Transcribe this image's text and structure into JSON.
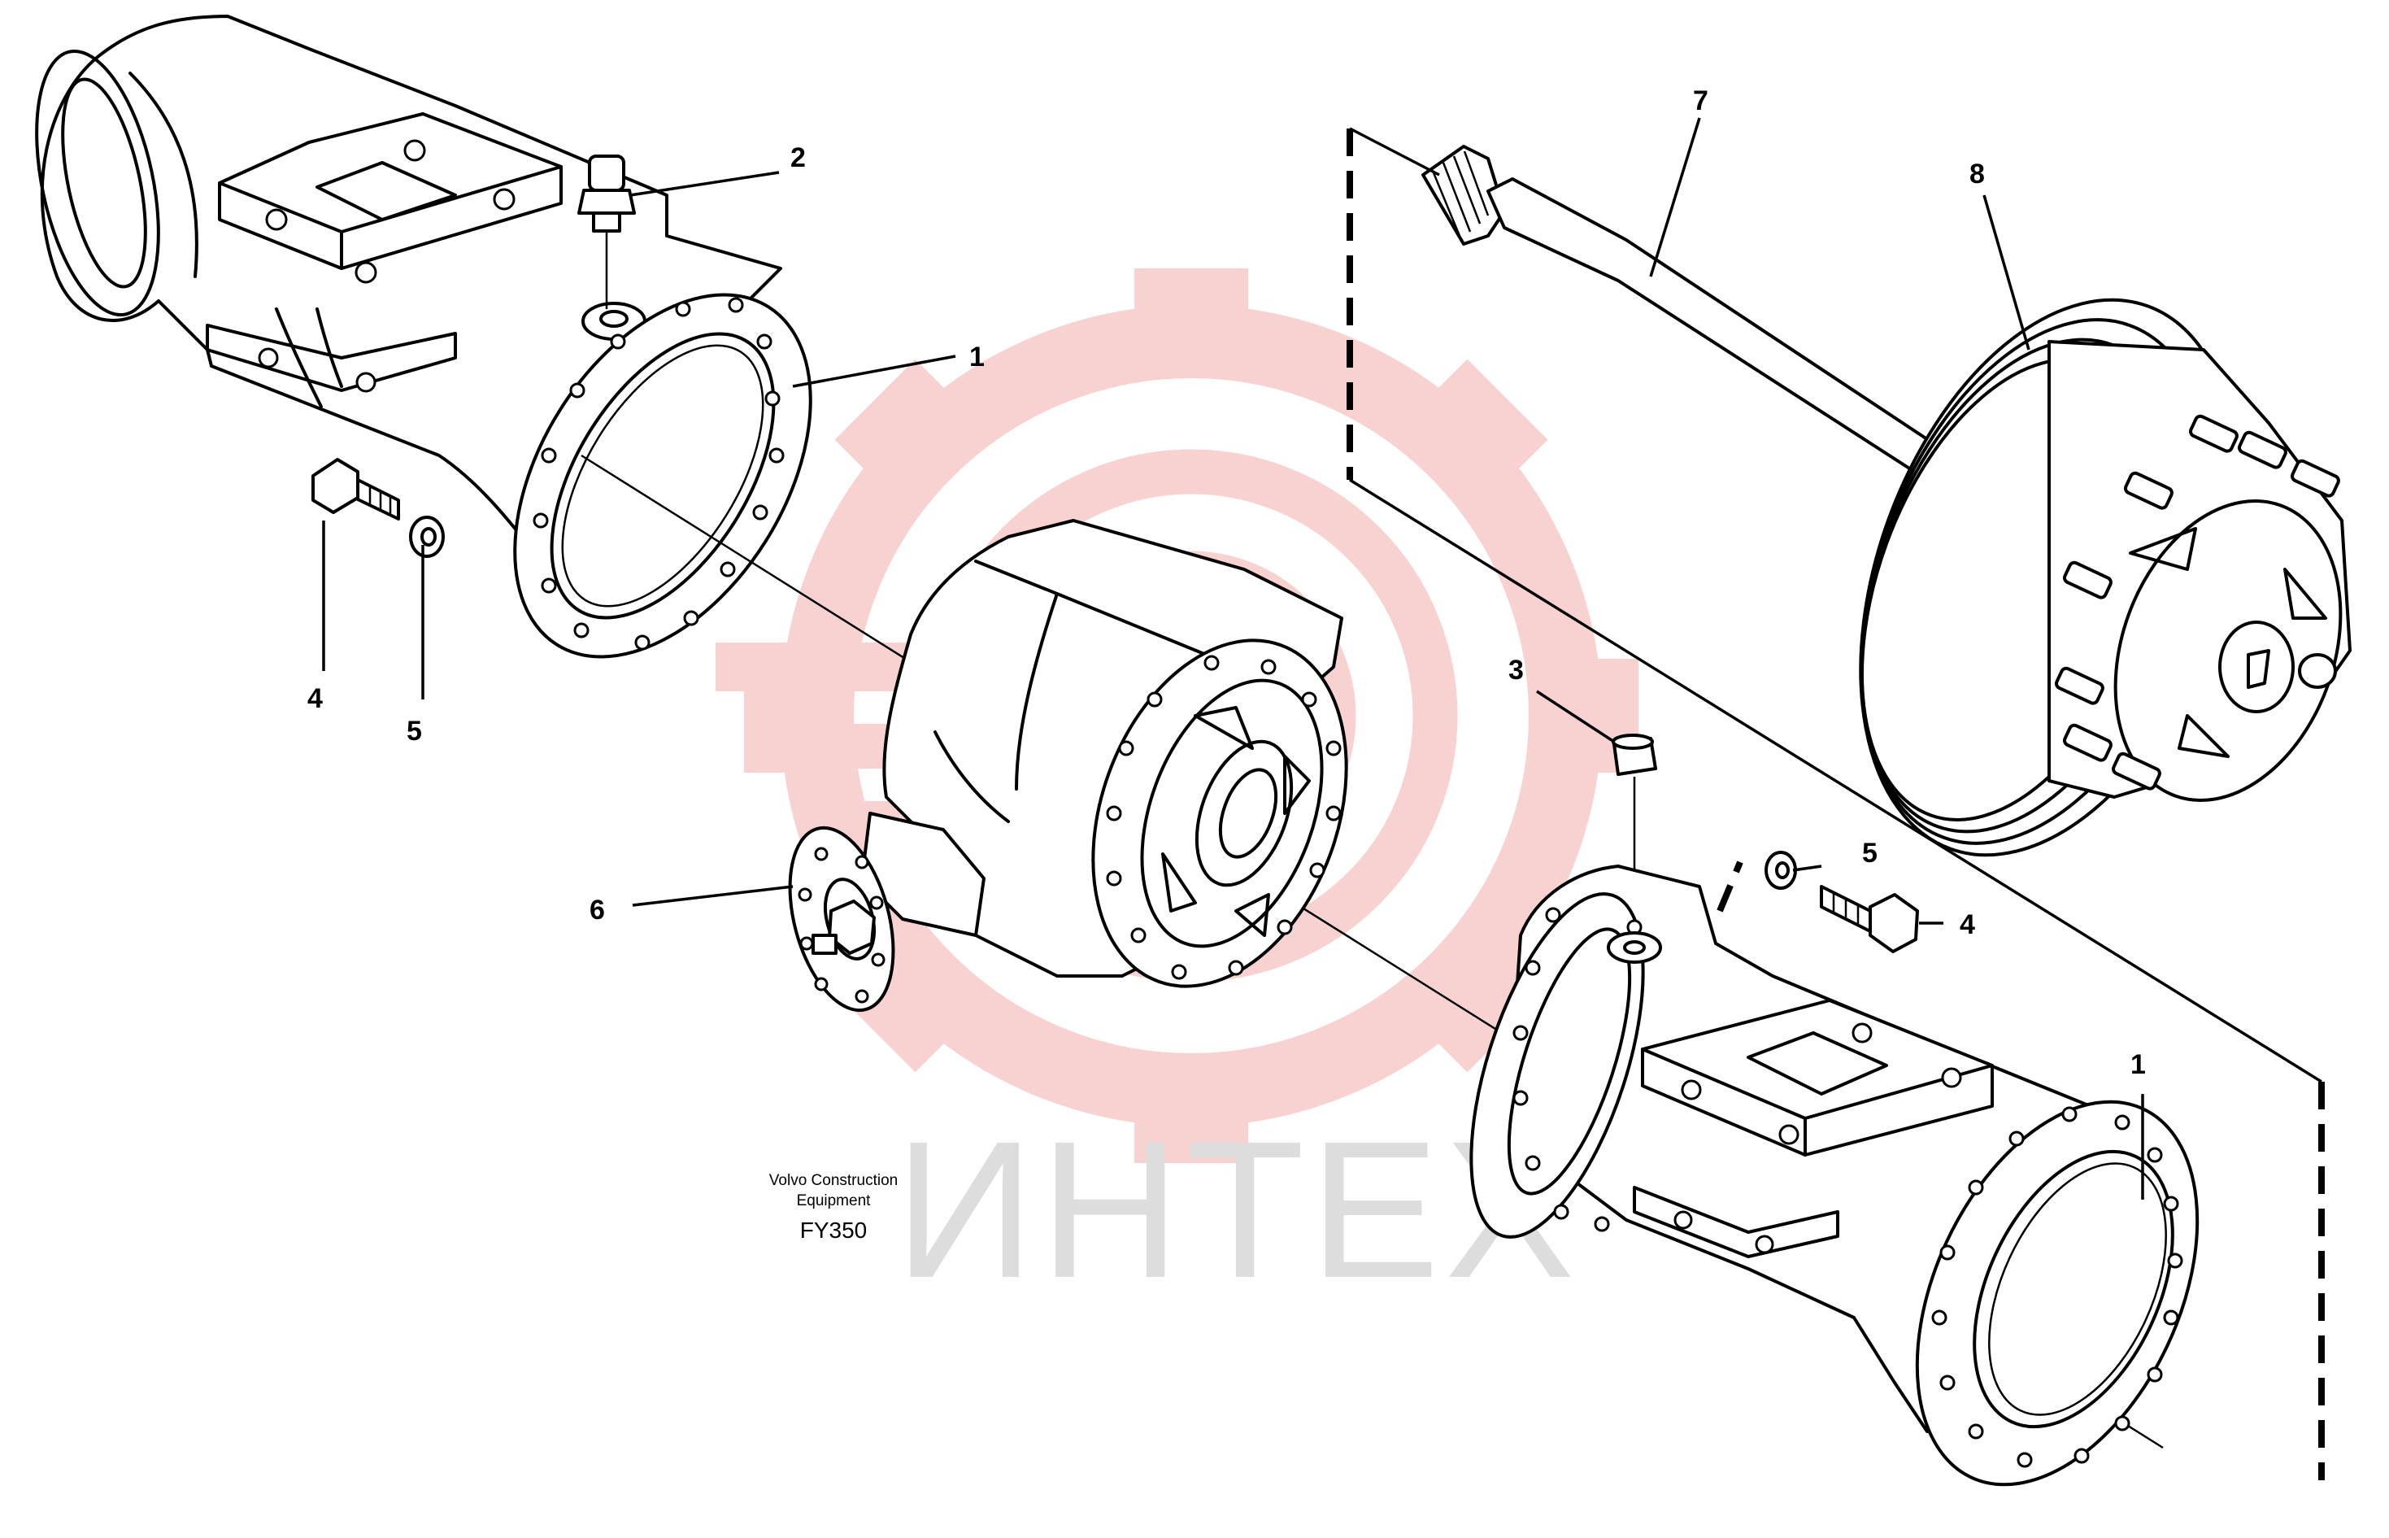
{
  "watermark": {
    "text": "ИНТЕХ",
    "gear_color": "#f7c9c9",
    "text_color": "#dddddd"
  },
  "callouts": [
    {
      "id": "c1a",
      "label": "1"
    },
    {
      "id": "c2",
      "label": "2"
    },
    {
      "id": "c4a",
      "label": "4"
    },
    {
      "id": "c5a",
      "label": "5"
    },
    {
      "id": "c3",
      "label": "3"
    },
    {
      "id": "c5b",
      "label": "5"
    },
    {
      "id": "c4b",
      "label": "4"
    },
    {
      "id": "c6",
      "label": "6"
    },
    {
      "id": "c7",
      "label": "7"
    },
    {
      "id": "c8",
      "label": "8"
    },
    {
      "id": "c1b",
      "label": "1"
    }
  ],
  "publisher": {
    "line1": "Volvo Construction",
    "line2": "Equipment",
    "code": "FY350"
  },
  "parts": {
    "axle_housing_left": "axle-housing",
    "axle_housing_right": "axle-housing",
    "differential": "differential-carrier",
    "drive_shaft": "drive-shaft",
    "hub": "wheel-hub",
    "breather": "breather-valve",
    "plug": "plug",
    "bolt": "bolt",
    "washer": "washer"
  }
}
